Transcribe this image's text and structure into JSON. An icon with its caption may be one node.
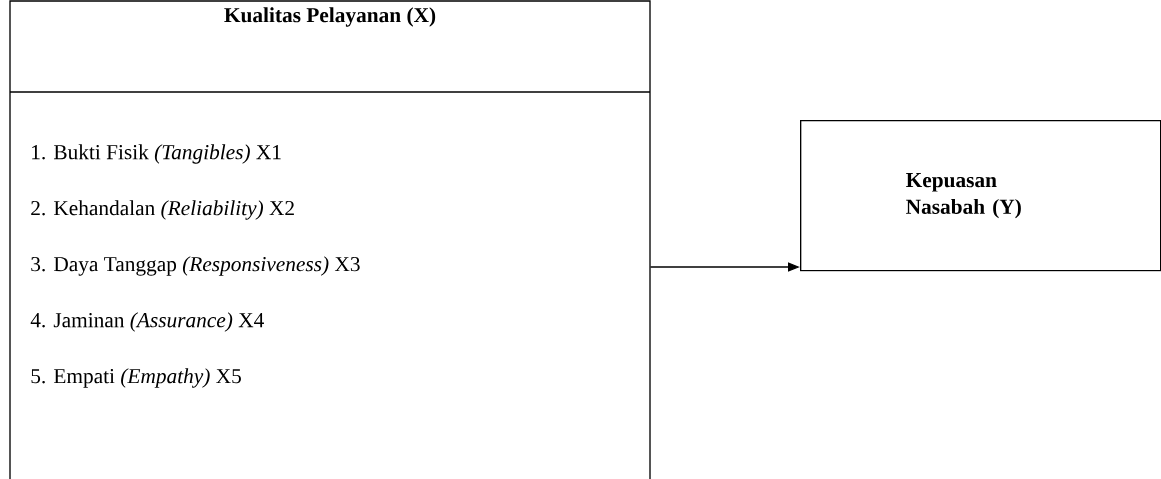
{
  "diagram": {
    "nodes": [
      {
        "text": [
          "Kualitas Pelayanan (X)",
          "1. Bukti Fisik *(Tangibles)* X1",
          "2. Kehandalan *(Reliability)* X2",
          "3. Daya Tanggap *(Responsiveness)* X3",
          "4. Jaminan *(Assurance)* X4",
          "5. Empati *(Empathy)* X5"
        ]
      },
      {
        "text": [
          "Kepuasan Nasabah (Y)"
        ]
      }
    ],
    "edges": [
      {
        "from": 0,
        "to": 1,
        "arrow": "to"
      }
    ]
  }
}
